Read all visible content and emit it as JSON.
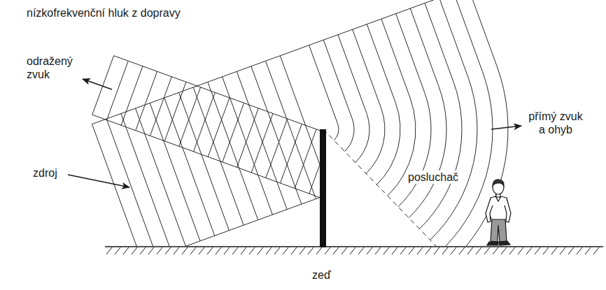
{
  "diagram": {
    "title": "nízkofrekvenční hluk z dopravy",
    "labels": [
      "odražený zvuk",
      "zdroj",
      "přímý zvuk a ohyb",
      "posluchač",
      "zeď"
    ]
  }
}
